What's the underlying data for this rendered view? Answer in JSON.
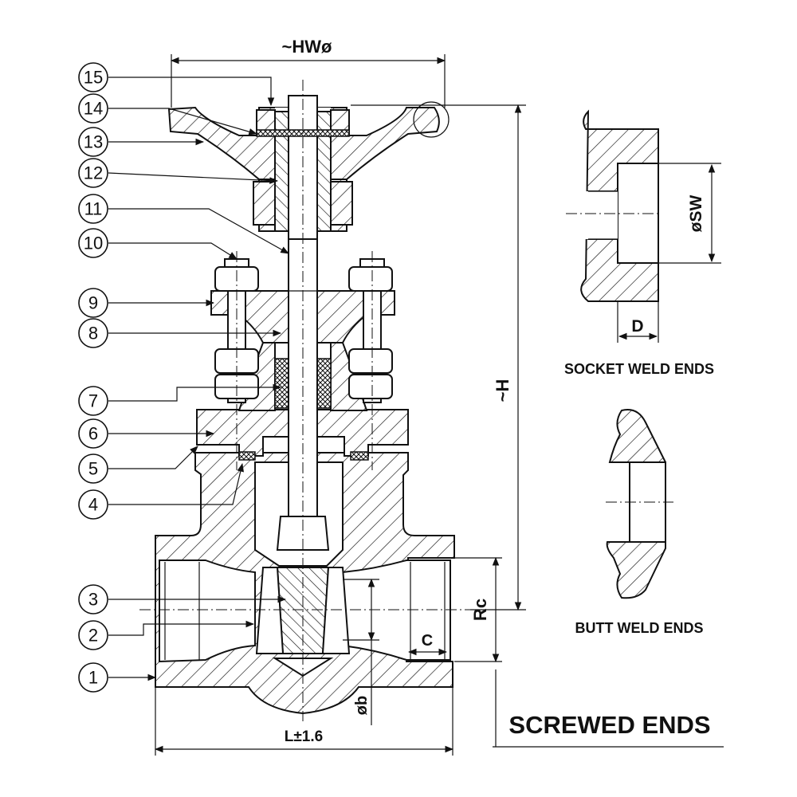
{
  "callouts": [
    "15",
    "14",
    "13",
    "12",
    "11",
    "10",
    "9",
    "8",
    "7",
    "6",
    "5",
    "4",
    "3",
    "2",
    "1"
  ],
  "dimensions": {
    "handwheel": "~HWø",
    "height": "~H",
    "length": "L±1.6",
    "bore": "øb",
    "rc": "Rc",
    "c": "C",
    "socket_dia": "øSW",
    "socket_depth": "D"
  },
  "captions": {
    "socket_weld": "SOCKET WELD ENDS",
    "butt_weld": "BUTT WELD ENDS",
    "screwed": "SCREWED ENDS"
  }
}
